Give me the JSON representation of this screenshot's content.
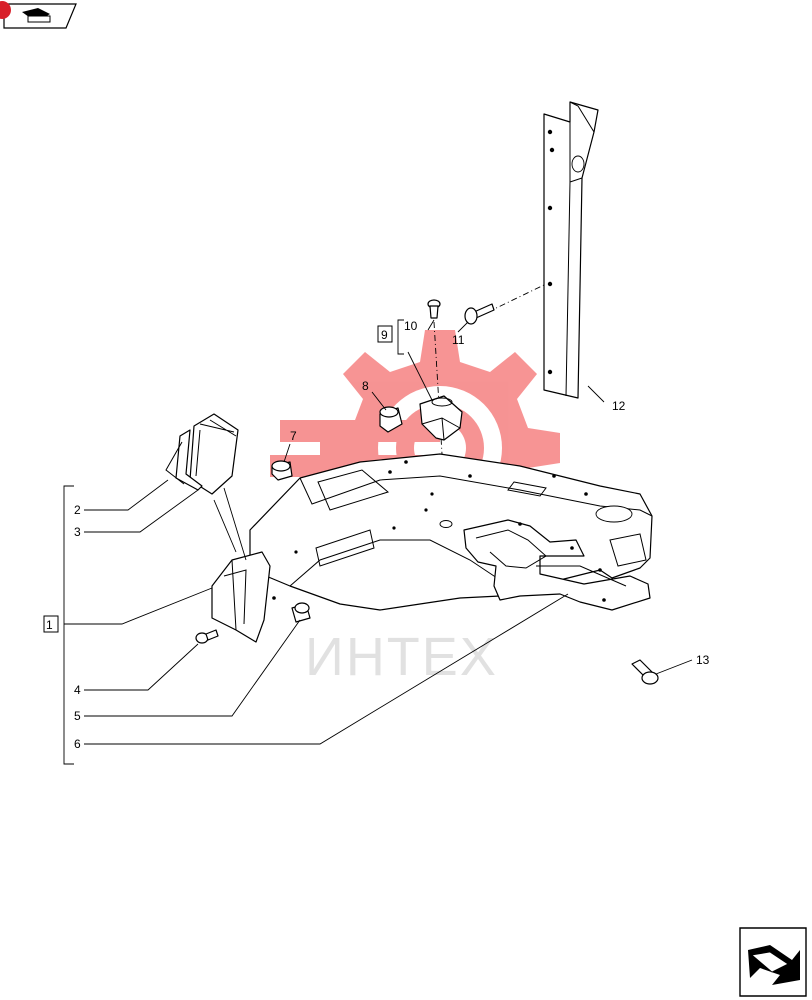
{
  "watermark": {
    "brand": "ИНТЕХ",
    "color": "#f03c3c"
  },
  "nav": {
    "top_icon": "book-open-arrow-icon",
    "bottom_icon": "next-page-arrow-icon"
  },
  "callouts": {
    "c1": "1",
    "c2": "2",
    "c3": "3",
    "c4": "4",
    "c5": "5",
    "c6": "6",
    "c7": "7",
    "c8": "8",
    "c9": "9",
    "c10": "10",
    "c11": "11",
    "c12": "12",
    "c13": "13"
  }
}
